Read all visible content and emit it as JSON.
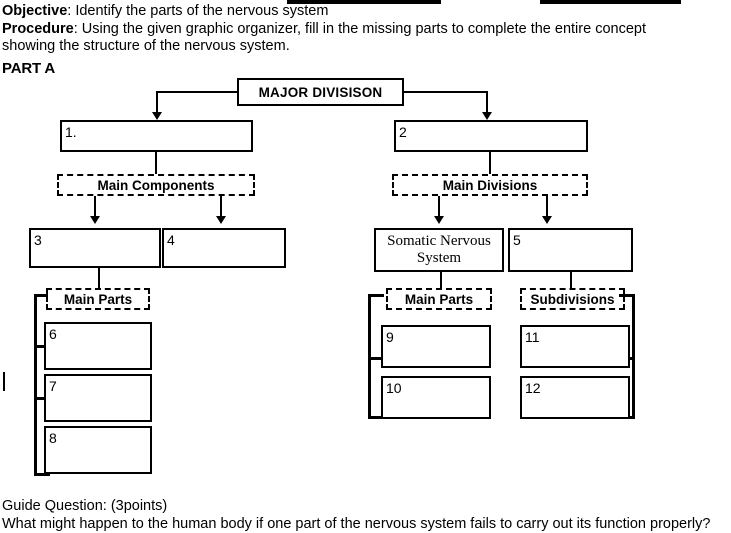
{
  "worksheet": {
    "objective_label": "Objective",
    "objective_text": ": Identify the parts of the nervous system",
    "procedure_label": "Procedure",
    "procedure_text": ": Using the given graphic organizer, fill in the missing parts to complete the entire concept",
    "procedure_text_line2": "showing the structure of the nervous system.",
    "part_label": "PART A",
    "guide_question_label": "Guide Question: (3points)",
    "guide_question_text": "What might happen to the human body if one part of the nervous system fails to carry out its function properly?"
  },
  "diagram": {
    "root": "MAJOR DIVISISON",
    "left_branch": {
      "top_box": "1.",
      "connector_label": "Main Components",
      "children": [
        "3",
        "4"
      ],
      "sub_connector_label": "Main Parts",
      "leaf_boxes": [
        "6",
        "7",
        "8"
      ]
    },
    "right_branch": {
      "top_box": "2",
      "connector_label": "Main Divisions",
      "children": [
        "Somatic Nervous System",
        "5"
      ],
      "sub_connector_label_left": "Main Parts",
      "sub_connector_label_right": "Subdivisions",
      "leaf_boxes_left": [
        "9",
        "10"
      ],
      "leaf_boxes_right": [
        "11",
        "12"
      ]
    }
  },
  "colors": {
    "ink": "#000000",
    "paper": "#ffffff"
  }
}
